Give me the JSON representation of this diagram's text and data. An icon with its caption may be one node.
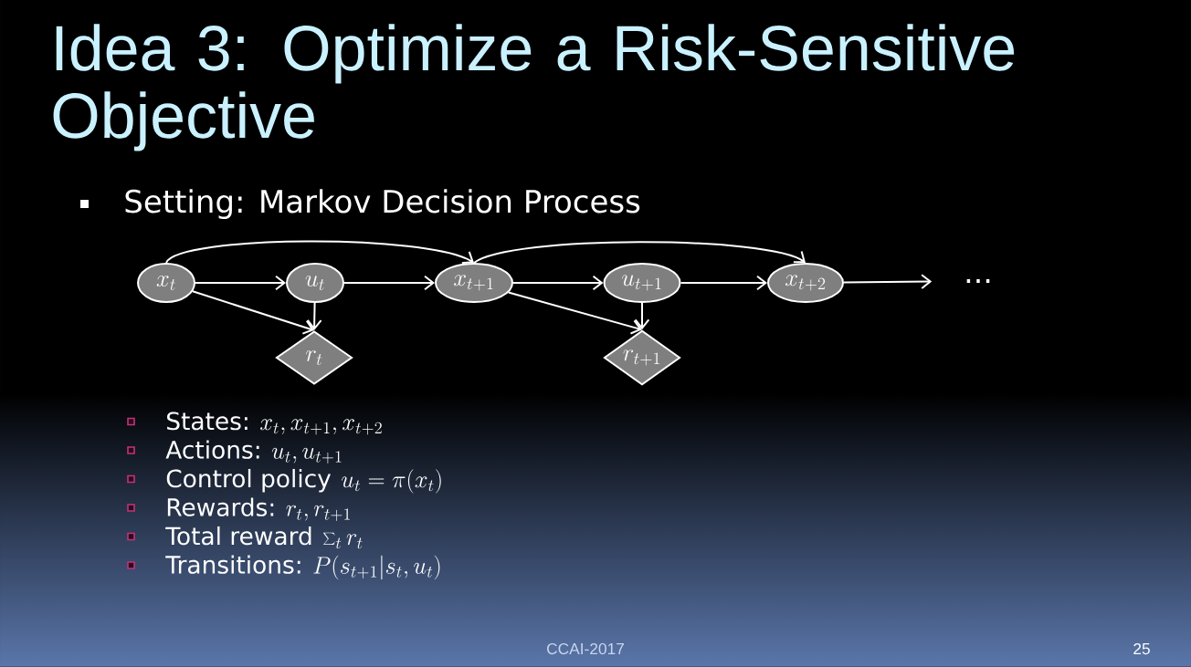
{
  "diagram": {
    "title": "Idea 3: Optimize a Risk-Sensitive Objective",
    "nodes": [
      {
        "text": [
          "x_t"
        ]
      },
      {
        "text": [
          "u_t"
        ]
      },
      {
        "text": [
          "x_{t+1}"
        ]
      },
      {
        "text": [
          "u_{t+1}"
        ]
      },
      {
        "text": [
          "x_{t+2}"
        ]
      },
      {
        "text": [
          "..."
        ]
      },
      {
        "text": [
          "r_t"
        ]
      },
      {
        "text": [
          "r_{t+1}"
        ]
      }
    ],
    "edges": [
      {
        "from": 0,
        "to": 1,
        "arrow": "to"
      },
      {
        "from": 0,
        "to": 2,
        "arrow": "to"
      },
      {
        "from": 0,
        "to": 6,
        "arrow": "to"
      },
      {
        "from": 1,
        "to": 2,
        "arrow": "to"
      },
      {
        "from": 1,
        "to": 6,
        "arrow": "to"
      },
      {
        "from": 2,
        "to": 3,
        "arrow": "to"
      },
      {
        "from": 2,
        "to": 4,
        "arrow": "to"
      },
      {
        "from": 2,
        "to": 7,
        "arrow": "to"
      },
      {
        "from": 3,
        "to": 4,
        "arrow": "to"
      },
      {
        "from": 3,
        "to": 7,
        "arrow": "to"
      },
      {
        "from": 4,
        "to": 5,
        "arrow": "to"
      }
    ],
    "labels": [
      "Setting: Markov Decision Process",
      "States:",
      "x_t, x_{t+1}, x_{t+2}",
      "Actions:",
      "u_t, u_{t+1}",
      "Control policy",
      "u_t = \\pi(x_t)",
      "Rewards:",
      "r_t, r_{t+1}",
      "Total reward",
      "\\sum_t r_t",
      "Transitions:",
      "P(s_{t+1}|s_t, u_t)",
      "CCAI-2017",
      "25"
    ]
  }
}
